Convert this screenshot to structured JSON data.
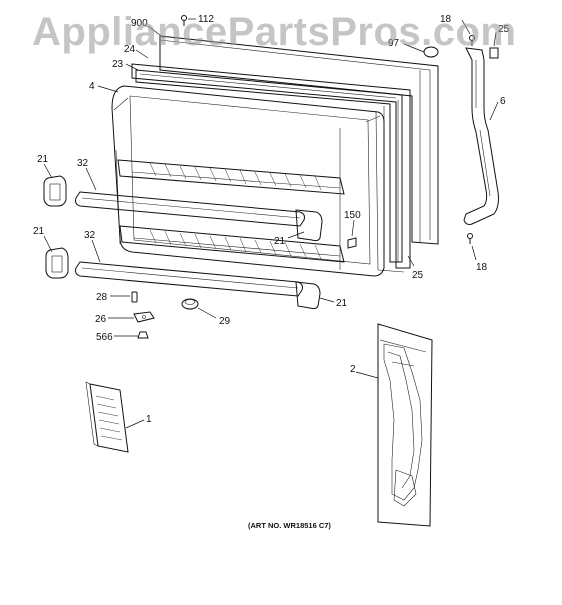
{
  "watermark": "AppliancePartsPros.com",
  "art_number": "(ART NO. WR18516 C7)",
  "callouts": {
    "c900": "900",
    "c112": "112",
    "c18a": "18",
    "c25top": "25",
    "c24": "24",
    "c97": "97",
    "c23": "23",
    "c4": "4",
    "c6": "6",
    "c21a": "21",
    "c32a": "32",
    "c150": "150",
    "c21b": "21",
    "c21c": "21",
    "c32b": "32",
    "c25": "25",
    "c18b": "18",
    "c28": "28",
    "c21d": "21",
    "c26": "26",
    "c29": "29",
    "c566": "566",
    "c2": "2",
    "c1": "1"
  }
}
